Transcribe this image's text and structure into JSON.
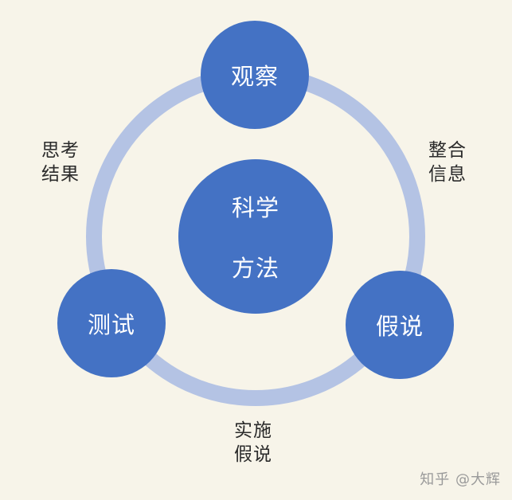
{
  "diagram": {
    "center": {
      "line1": "科学",
      "line2": "方法"
    },
    "nodes": {
      "top": "观察",
      "right": "假说",
      "left": "测试"
    },
    "edges": {
      "top_right": {
        "line1": "整合",
        "line2": "信息"
      },
      "bottom": {
        "line1": "实施",
        "line2": "假说"
      },
      "left_top": {
        "line1": "思考",
        "line2": "结果"
      }
    }
  },
  "watermark": "知乎 @大辉",
  "colors": {
    "node_fill": "#4472c4",
    "ring_stroke": "#b4c3e4",
    "background": "#f7f4e9"
  }
}
